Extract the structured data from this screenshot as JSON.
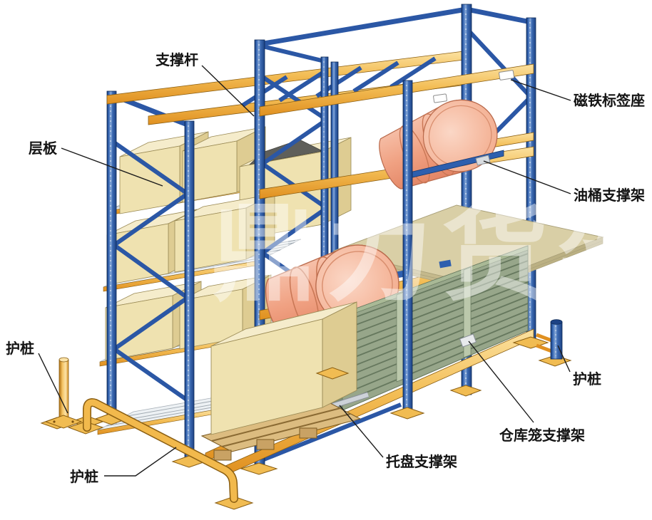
{
  "diagram": {
    "description": "heavy-duty pallet racking accessories illustration",
    "labels": {
      "support_bar": "支撑杆",
      "magnet_label_holder": "磁铁标签座",
      "shelf_panel": "层板",
      "oil_drum_rack": "油桶支撑架",
      "guard_post_left": "护桩",
      "guard_post_bottom": "护桩",
      "guard_post_right": "护桩",
      "pallet_support_rack": "托盘支撑架",
      "cage_support_rack": "仓库笼支撑架"
    },
    "watermark": "鼎力货架",
    "colors": {
      "frame_blue": "#2E5FAE",
      "frame_blue_dark": "#163A74",
      "beam_yellow": "#F3BD55",
      "beam_orange_edge": "#E09020",
      "box_beige": "#EFE2B0",
      "drum_salmon": "#F0A182",
      "cage_green": "#97A68A",
      "mesh_gray": "#EDF1F4",
      "guard_yellow": "#F2B94C",
      "label_text": "#141414"
    }
  }
}
